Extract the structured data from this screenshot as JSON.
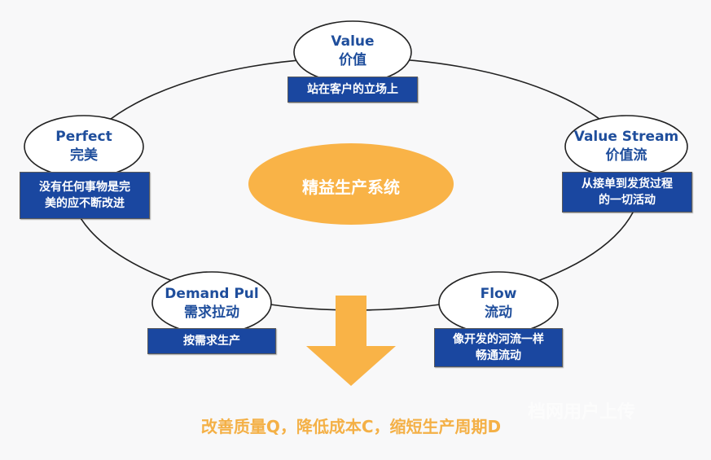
{
  "center": {
    "label": "精益生产系统"
  },
  "nodes": [
    {
      "id": "value",
      "title_en": "Value",
      "title_zh": "价值",
      "desc_lines": [
        "站在客户的立场上"
      ]
    },
    {
      "id": "value-stream",
      "title_en": "Value Stream",
      "title_zh": "价值流",
      "desc_lines": [
        "从接单到发货过程",
        "的一切活动"
      ]
    },
    {
      "id": "flow",
      "title_en": "Flow",
      "title_zh": "流动",
      "desc_lines": [
        "像开发的河流一样",
        "畅通流动"
      ]
    },
    {
      "id": "demand-pull",
      "title_en": "Demand Pul",
      "title_zh": "需求拉动",
      "desc_lines": [
        "按需求生产"
      ]
    },
    {
      "id": "perfect",
      "title_en": "Perfect",
      "title_zh": "完美",
      "desc_lines": [
        "没有任何事物是完",
        "美的应不断改进"
      ]
    }
  ],
  "outcome": {
    "text": "改善质量Q，降低成本C，缩短生产周期D"
  },
  "watermark": {
    "text": "档网用户上传"
  },
  "colors": {
    "accent_orange": "#f9b347",
    "box_blue": "#1a47a0",
    "title_blue": "#1f4e9c",
    "text_orange": "#f4b046"
  }
}
